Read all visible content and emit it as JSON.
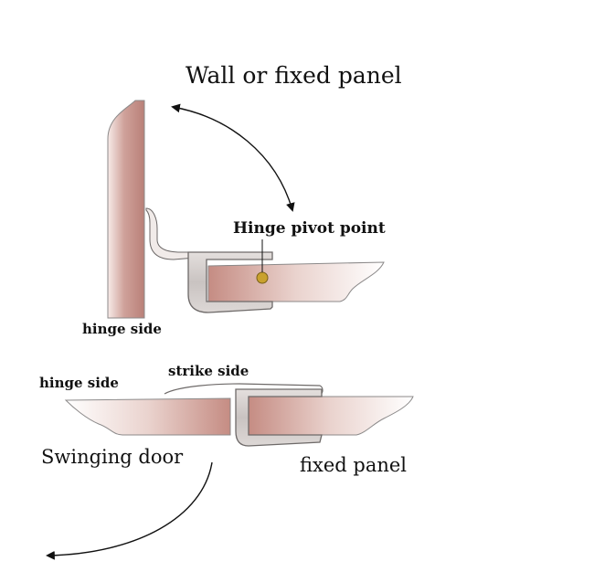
{
  "labels": {
    "wall_or_fixed_panel": "Wall or fixed panel",
    "hinge_pivot_point": "Hinge pivot point",
    "hinge_side_top": "hinge side",
    "hinge_side_bottom": "hinge side",
    "strike_side": "strike side",
    "swinging_door": "Swinging door",
    "fixed_panel": "fixed panel"
  },
  "colors": {
    "glass_dark": "#c9928a",
    "glass_light": "#fbf1ee",
    "profile_fill": "#d9d4d2",
    "profile_stroke": "#6e6a69",
    "outline": "#8c8a8a",
    "arrow": "#111111",
    "pivot": "#c9a12e"
  }
}
